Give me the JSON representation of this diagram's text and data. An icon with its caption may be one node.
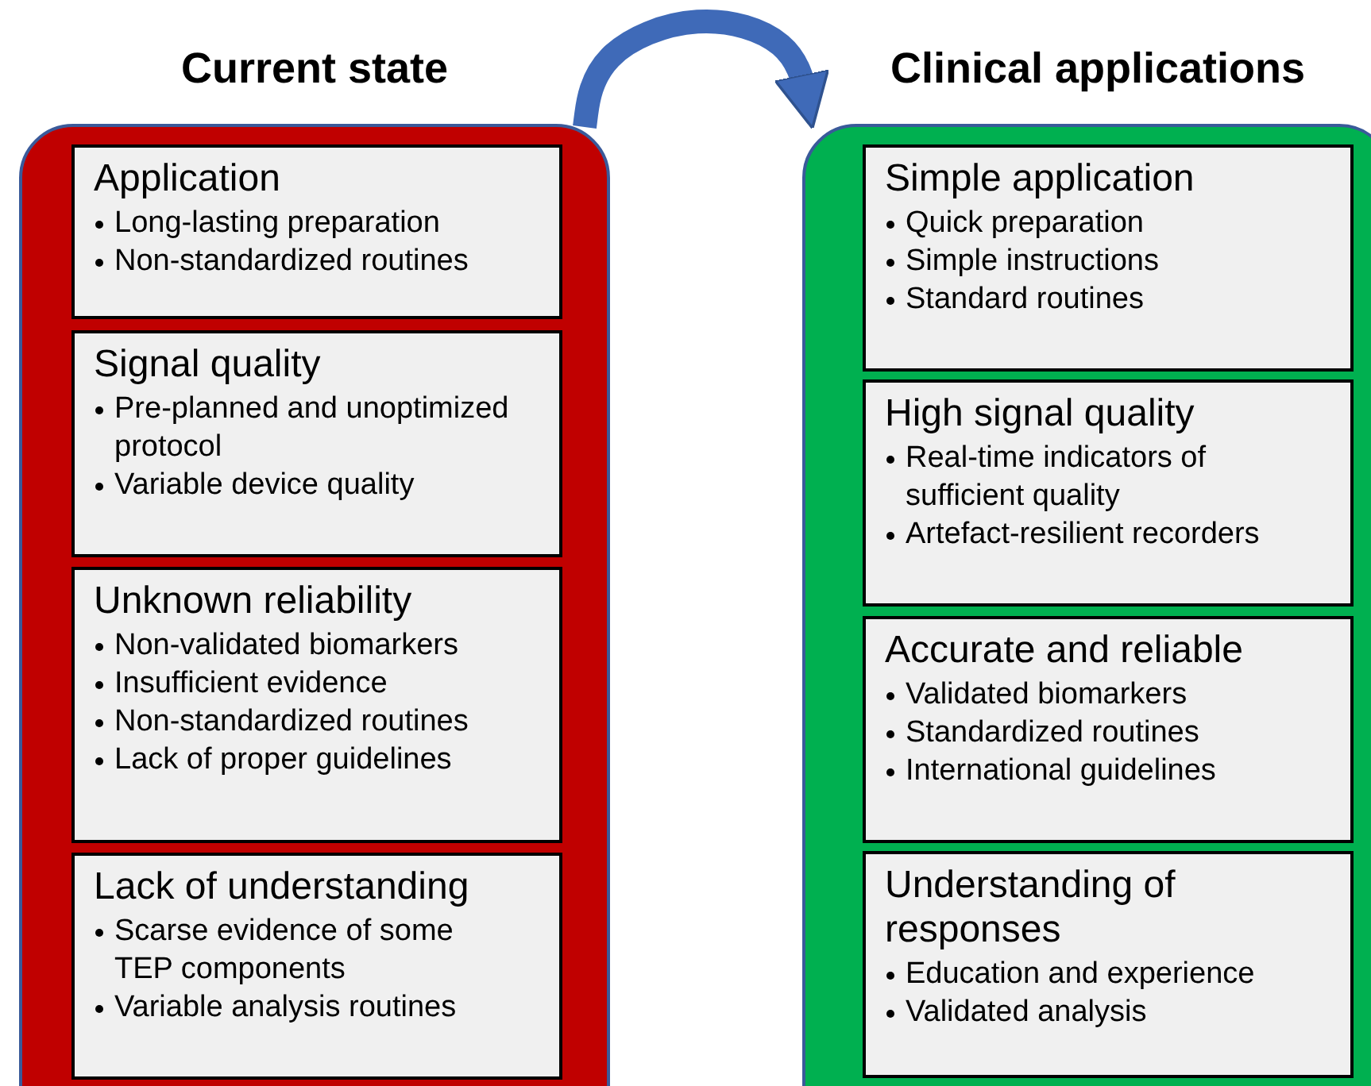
{
  "diagram": {
    "nodes": [
      {
        "text": [
          "Current state"
        ]
      },
      {
        "text": [
          "Application",
          "Long-lasting preparation",
          "Non-standardized routines"
        ],
        "in": 0
      },
      {
        "text": [
          "Signal quality",
          "Pre-planned and unoptimized protocol",
          "Variable device quality"
        ],
        "in": 0
      },
      {
        "text": [
          "Unknown reliability",
          "Non-validated biomarkers",
          "Insufficient evidence",
          "Non-standardized routines",
          "Lack of proper guidelines"
        ],
        "in": 0
      },
      {
        "text": [
          "Lack of understanding",
          "Scarse evidence of some TEP components",
          "Variable analysis routines"
        ],
        "in": 0
      },
      {
        "text": [
          "Clinical applications"
        ]
      },
      {
        "text": [
          "Simple application",
          "Quick preparation",
          "Simple instructions",
          "Standard routines"
        ],
        "in": 5
      },
      {
        "text": [
          "High signal quality",
          "Real-time indicators of sufficient quality",
          "Artefact-resilient recorders"
        ],
        "in": 5
      },
      {
        "text": [
          "Accurate and reliable",
          "Validated biomarkers",
          "Standardized routines",
          "International guidelines"
        ],
        "in": 5
      },
      {
        "text": [
          "Understanding of responses",
          "Education and experience",
          "Validated analysis"
        ],
        "in": 5
      }
    ],
    "edges": [
      {
        "from": 0,
        "to": 5,
        "arrow": "to"
      }
    ]
  }
}
